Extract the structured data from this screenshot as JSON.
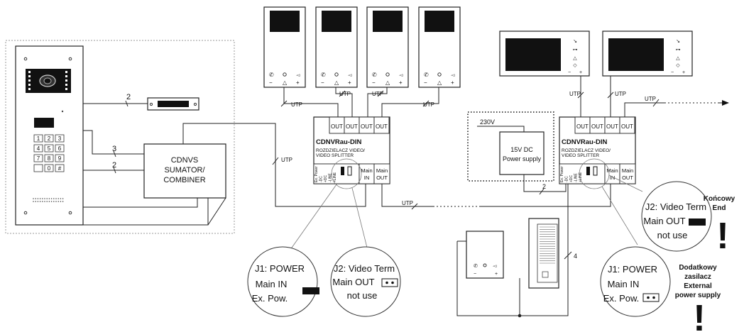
{
  "labels": {
    "wire_2_top": "2",
    "wire_3": "3",
    "wire_2_mid": "2",
    "wire_2_psu": "2",
    "wire_4": "4",
    "utp_left": "UTP",
    "utp_1": "UTP",
    "utp_2": "UTP",
    "utp_3": "UTP",
    "utp_4": "UTP",
    "utp_5": "UTP",
    "utp_6": "UTP",
    "utp_7": "UTP",
    "utp_bottom": "UTP"
  },
  "combiner": {
    "line1": "CDNVS",
    "line2": "SUMATOR/",
    "line3": "COMBINER"
  },
  "keypad": {
    "keys": [
      "1",
      "2",
      "3",
      "4",
      "5",
      "6",
      "7",
      "8",
      "9",
      "",
      "0",
      "#"
    ]
  },
  "splitters": [
    {
      "title": "CDNVRau-DIN",
      "sub1": "ROZDZIELACZ VIDEO/",
      "sub2": "VIDEO SPLITTER",
      "outs": [
        "OUT",
        "OUT",
        "OUT",
        "OUT"
      ],
      "main_in": [
        "Main",
        "IN"
      ],
      "main_out": [
        "Main",
        "OUT"
      ],
      "small": [
        "Ex. Power",
        "-DC",
        "+DC",
        "-LINE",
        "+LINE"
      ]
    },
    {
      "title": "CDNVRau-DIN",
      "sub1": "ROZDZIELACZ VIDEO/",
      "sub2": "VIDEO SPLITTER",
      "outs": [
        "OUT",
        "OUT",
        "OUT",
        "OUT"
      ],
      "main_in": [
        "Main",
        "IN"
      ],
      "main_out": [
        "Main",
        "OUT"
      ],
      "small": [
        "Ex. Power",
        "-DC",
        "+DC",
        "-LINE",
        "+LINE"
      ]
    }
  ],
  "power_supply": {
    "mains": "230V",
    "line1": "15V DC",
    "line2": "Power supply"
  },
  "callouts": {
    "j1_left": {
      "l1": "J1: POWER",
      "l2": "Main IN",
      "l3": "Ex. Pow."
    },
    "j2_left": {
      "l1": "J2: Video Term",
      "l2": "Main OUT",
      "l3": "not use"
    },
    "j2_right": {
      "l1": "J2: Video Term",
      "l2": "Main OUT",
      "l3": "not use"
    },
    "j1_right": {
      "l1": "J1: POWER",
      "l2": "Main IN",
      "l3": "Ex. Pow."
    }
  },
  "notes": {
    "end": {
      "l1": "Końcowy",
      "l2": "End",
      "mark": "!"
    },
    "extra": {
      "l1": "Dodatkowy",
      "l2": "zasilacz",
      "l3": "External",
      "l4": "power supply",
      "mark": "!"
    }
  },
  "monitor_icons": {
    "minus": "−",
    "plus": "+"
  }
}
